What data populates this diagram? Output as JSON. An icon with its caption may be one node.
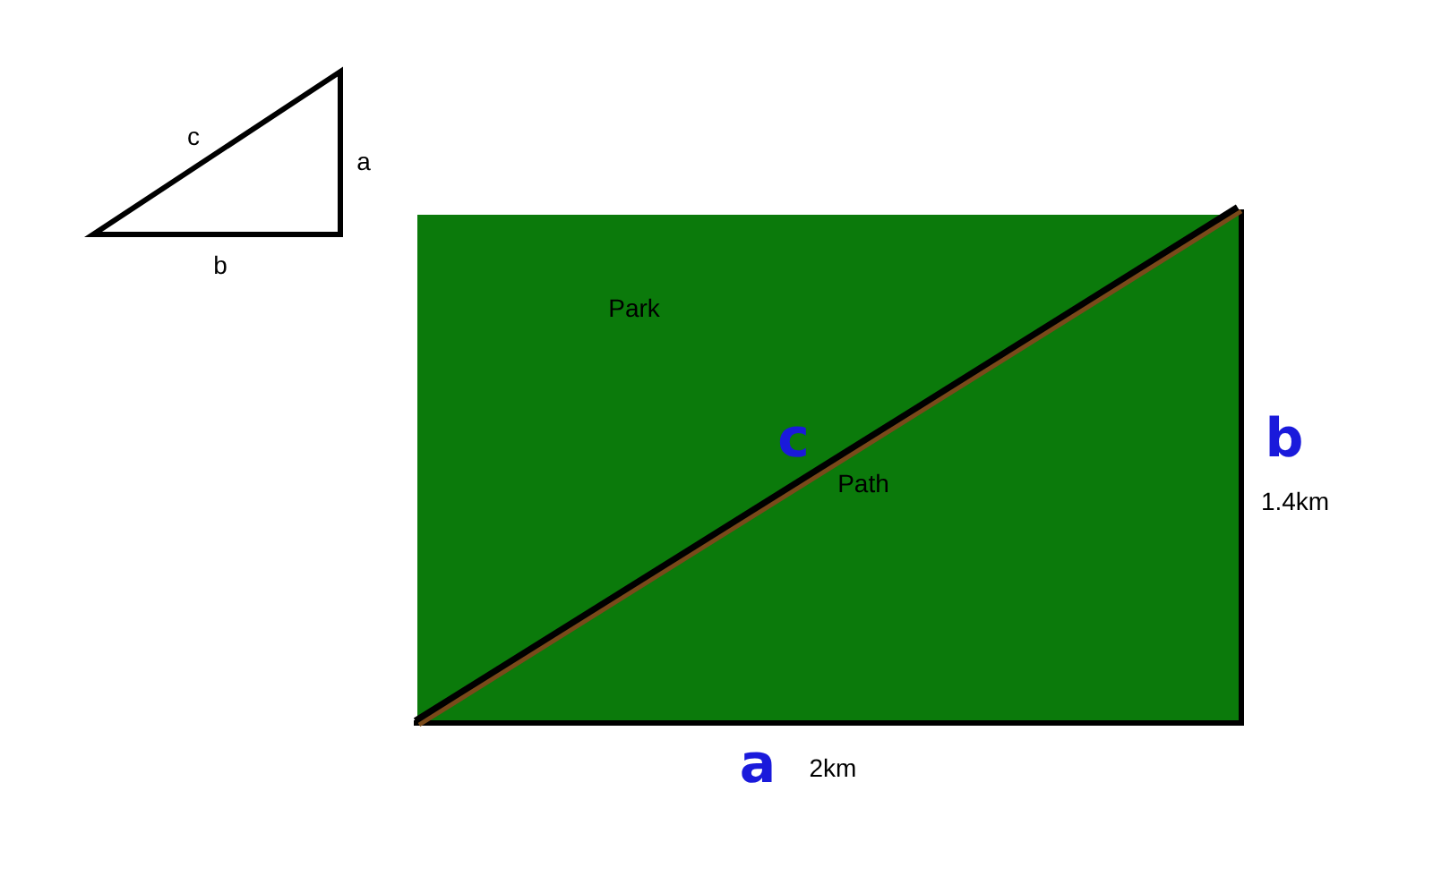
{
  "diagram": {
    "labels": [
      "c",
      "a",
      "b",
      "Park",
      "c",
      "Path",
      "b",
      "1.4km",
      "a",
      "2km"
    ]
  }
}
